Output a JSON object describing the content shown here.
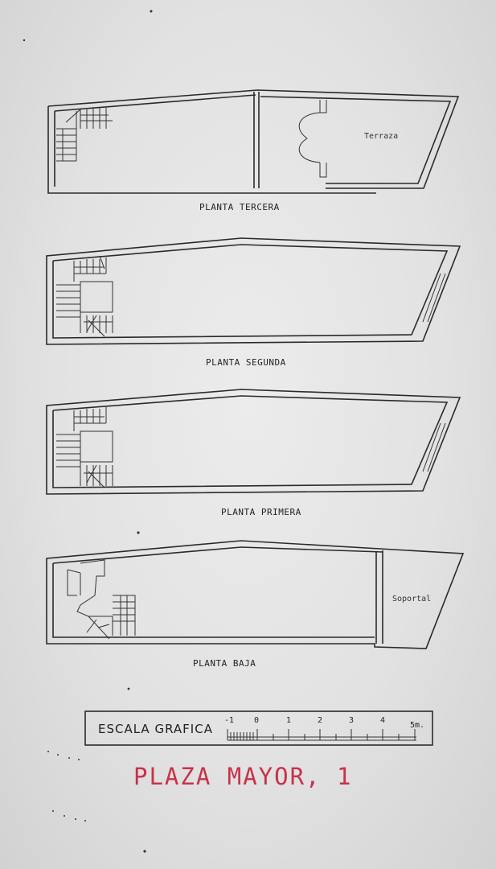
{
  "floors": [
    {
      "label": "PLANTA TERCERA",
      "room": "Terraza"
    },
    {
      "label": "PLANTA SEGUNDA"
    },
    {
      "label": "PLANTA PRIMERA"
    },
    {
      "label": "PLANTA BAJA",
      "room": "Soportal"
    }
  ],
  "scale": {
    "title": "ESCALA GRAFICA",
    "ticks": [
      "-1",
      "0",
      "1",
      "2",
      "3",
      "4",
      "5m."
    ]
  },
  "handwritten": "PLAZA MAYOR, 1",
  "colors": {
    "ink": "#2a2a2a",
    "handwriting": "#c8324a",
    "paper": "#e4e4e4"
  }
}
